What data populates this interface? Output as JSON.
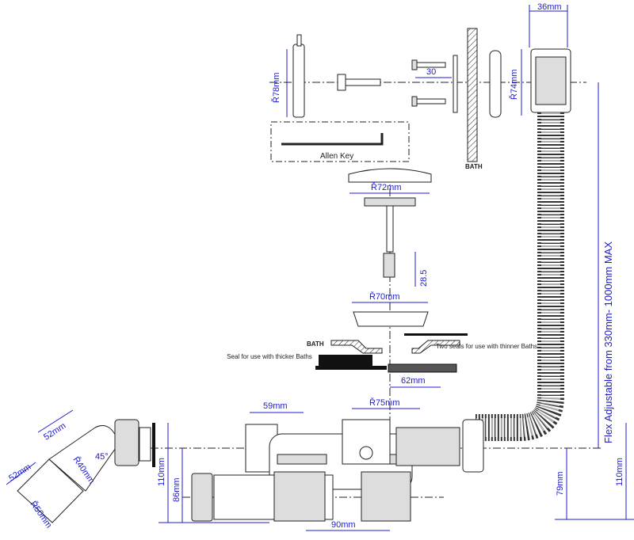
{
  "labels": {
    "top_width": "36mm",
    "rod_diameter": "Ř78mm",
    "screw_length": "30",
    "overflow_diameter": "Ř74mm",
    "allen_key": "Allen Key",
    "bath_top": "BATH",
    "plug_diameter": "Ř72mm",
    "spindle_length": "28.5",
    "waste_diameter": "Ř70mm",
    "bath_mid": "BATH",
    "thick_seal": "Seal for use with thicker Baths",
    "thin_seals": "Two seals for use with thinner Baths",
    "seal_width": "62mm",
    "trap_diameter": "Ř75mm",
    "inlet_length": "59mm",
    "flex_range": "Flex Adjustable from 330mm- 1000mm MAX",
    "bend_len_1": "52mm",
    "bend_len_2": "52mm",
    "bend_inner": "Ř40mm",
    "bend_angle": "45°",
    "bend_outer": "Ř50mm",
    "trap_height": "110mm",
    "outlet_height": "86mm",
    "trap_width": "90mm",
    "overflow_height": "79mm",
    "overall_height": "110mm"
  },
  "colors": {
    "dimension": "#1c1ccf",
    "line": "#222222"
  }
}
